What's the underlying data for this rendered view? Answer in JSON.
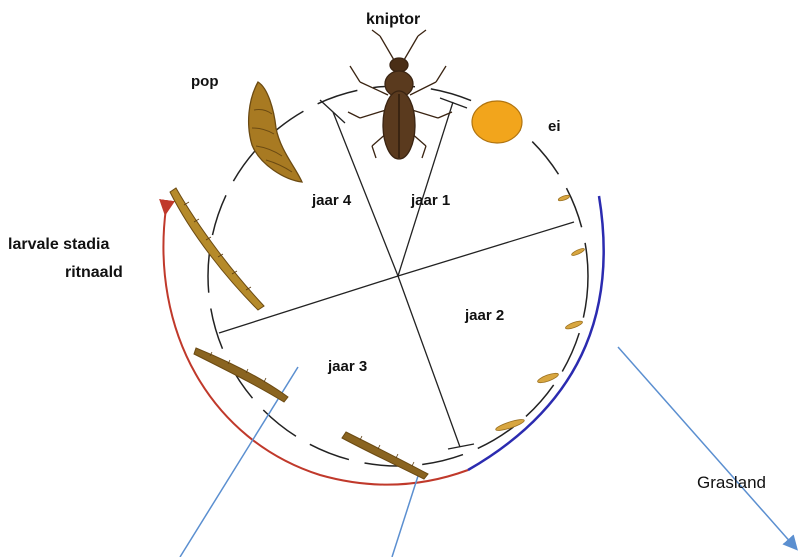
{
  "stages": {
    "adult": "kniptor",
    "pupa": "pop",
    "egg": "ei",
    "larvae_line1": "larvale stadia",
    "larvae_line2": "ritnaald"
  },
  "years": {
    "year1": "jaar 1",
    "year2": "jaar 2",
    "year3": "jaar 3",
    "year4": "jaar 4"
  },
  "annotations": {
    "grassland": "Grasland"
  },
  "colors": {
    "larval_arc": "#c0392b",
    "grassland_arc": "#2b2bb0",
    "pointer_arrows": "#5b8fd0",
    "beetle": "#5a3a1e",
    "pupa": "#a87a22",
    "egg": "#f2a51c",
    "larva": "#b58a2a"
  },
  "icons": {
    "adult": "click-beetle-icon",
    "pupa": "pupa-icon",
    "egg": "egg-icon",
    "larva": "wireworm-icon"
  }
}
